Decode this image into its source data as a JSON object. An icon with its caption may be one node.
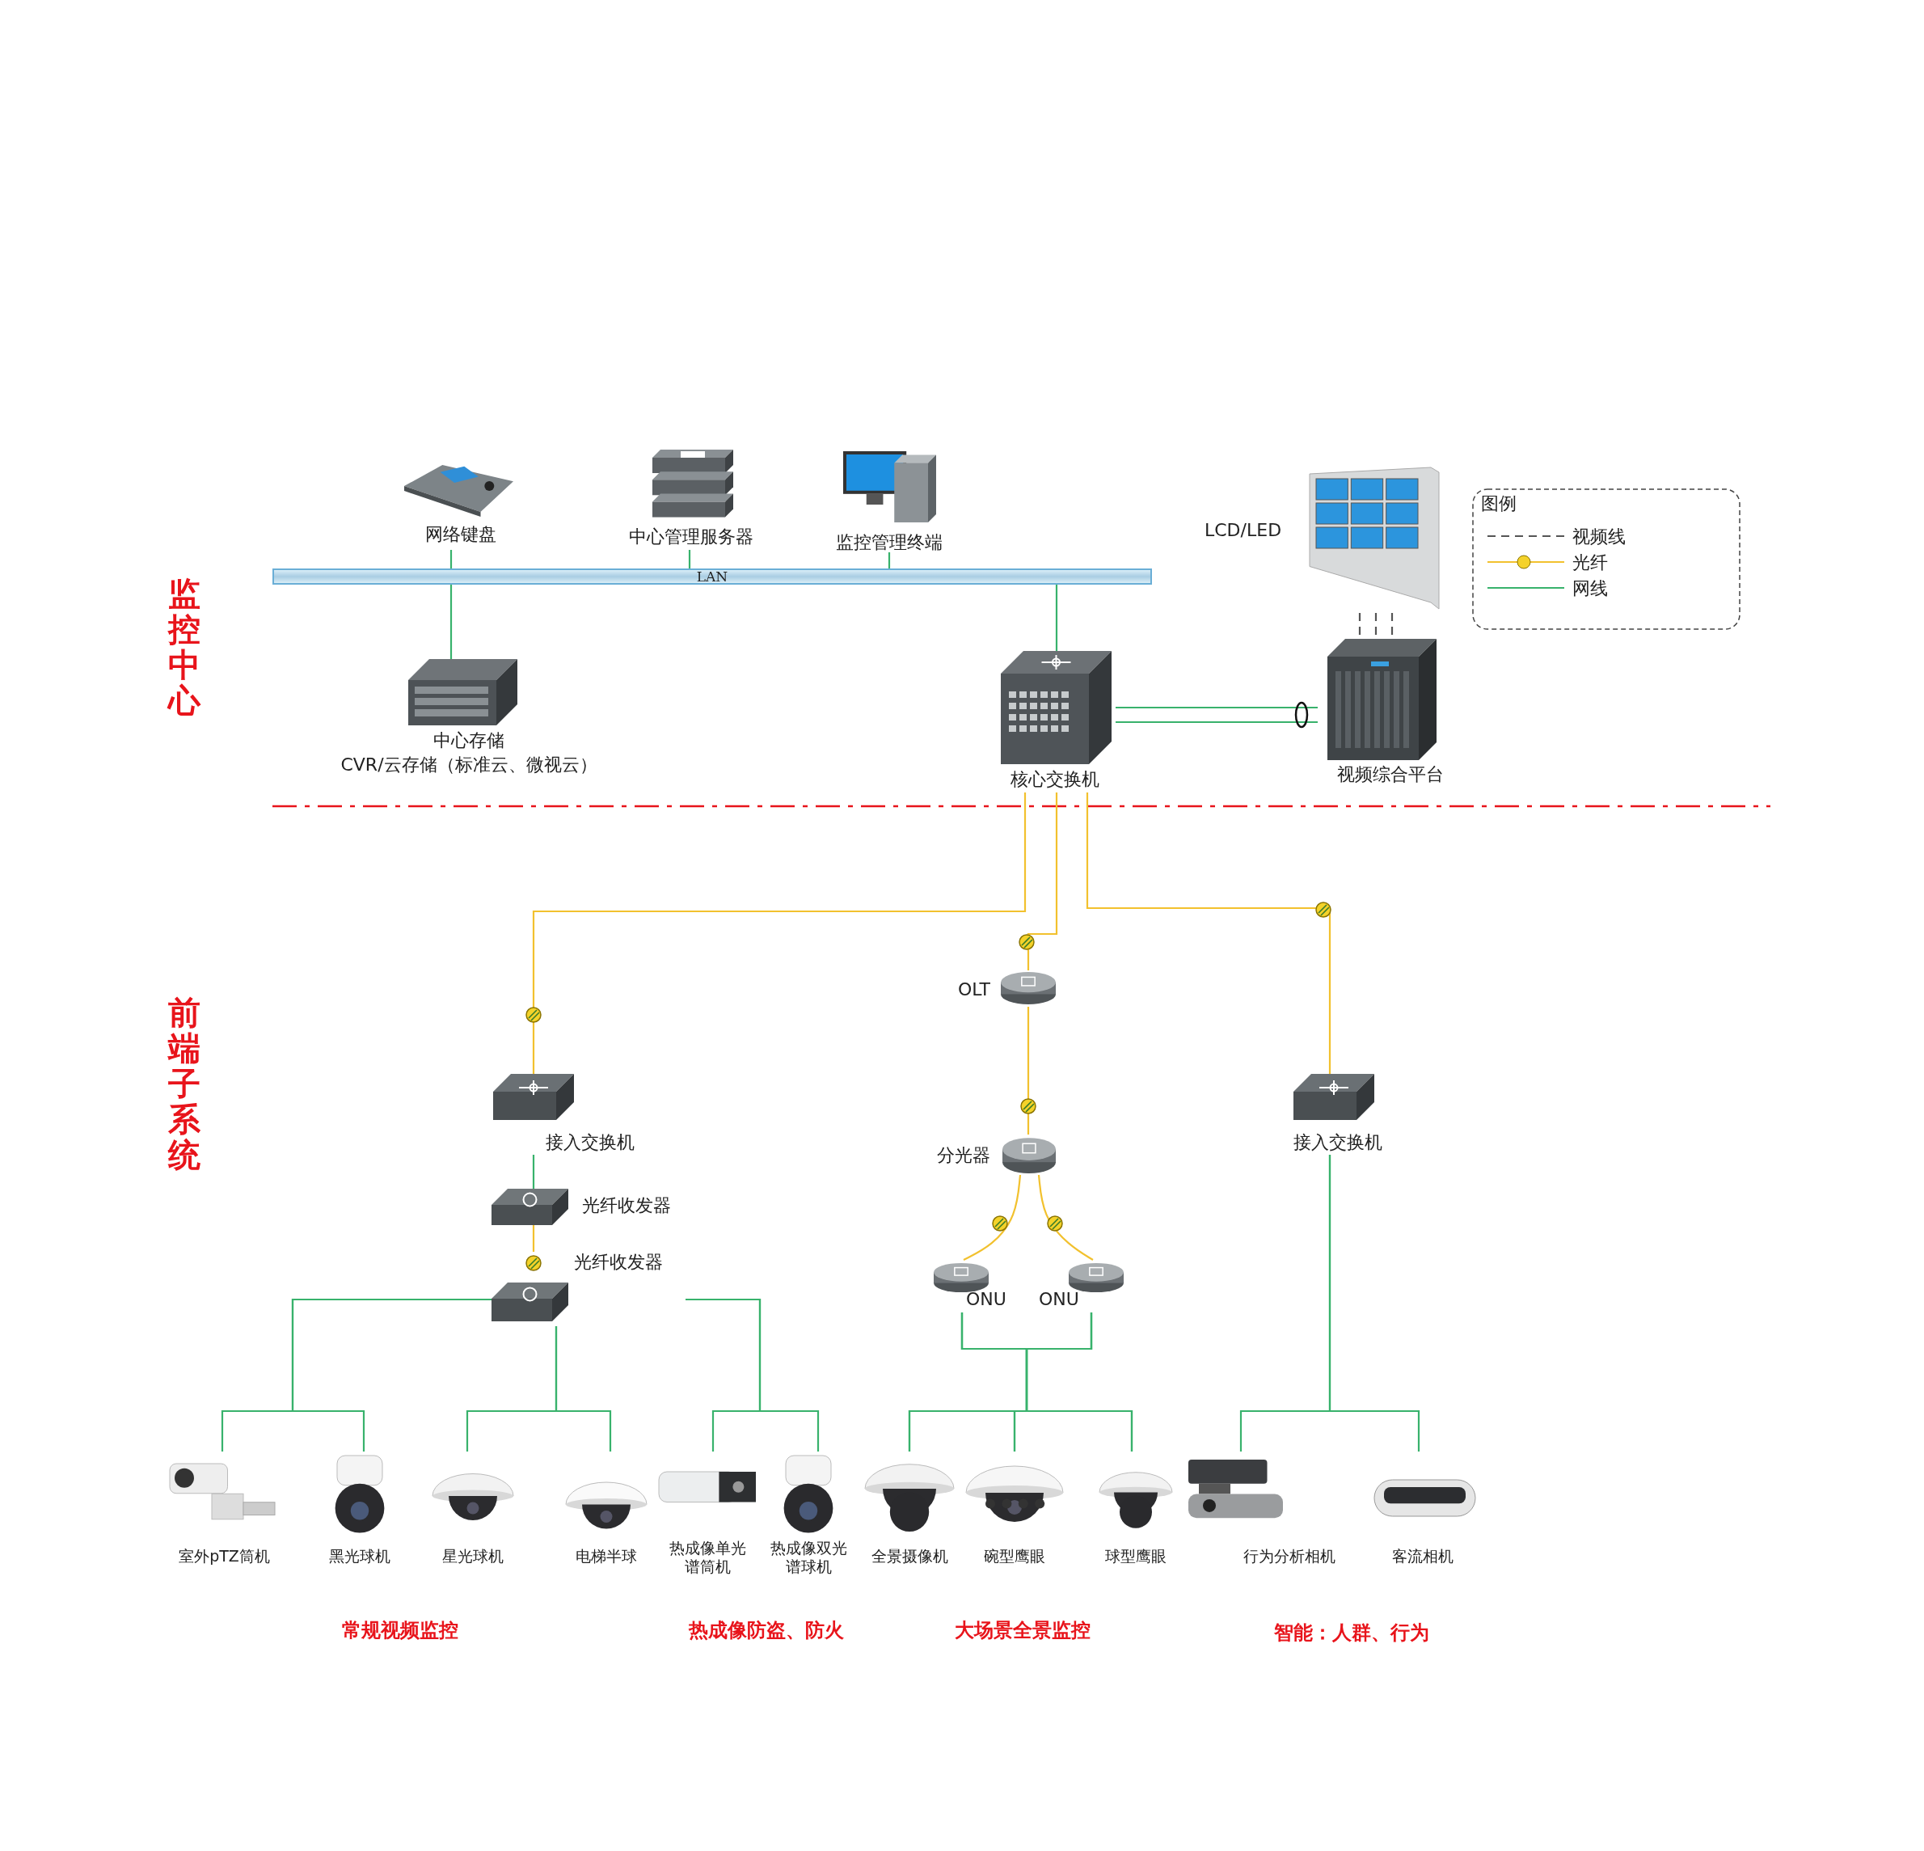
{
  "diagram": {
    "nodes": [
      {
        "text": [
          "网络键盘"
        ]
      },
      {
        "text": [
          "中心管理服务器"
        ]
      },
      {
        "text": [
          "监控管理终端"
        ]
      },
      {
        "text": [
          "LAN"
        ]
      },
      {
        "text": [
          "中心存储",
          "CVR/云存储（标准云、微视云）"
        ]
      },
      {
        "text": [
          "核心交换机"
        ]
      },
      {
        "text": [
          "LCD/LED"
        ]
      },
      {
        "text": [
          "视频综合平台"
        ]
      },
      {
        "text": [
          "接入交换机"
        ]
      },
      {
        "text": [
          "光纤收发器"
        ]
      },
      {
        "text": [
          "光纤收发器"
        ]
      },
      {
        "text": [
          "OLT"
        ]
      },
      {
        "text": [
          "分光器"
        ]
      },
      {
        "text": [
          "ONU"
        ]
      },
      {
        "text": [
          "ONU"
        ]
      },
      {
        "text": [
          "接入交换机"
        ]
      },
      {
        "text": [
          "室外pTZ筒机"
        ]
      },
      {
        "text": [
          "黑光球机"
        ]
      },
      {
        "text": [
          "星光球机"
        ]
      },
      {
        "text": [
          "电梯半球"
        ]
      },
      {
        "text": [
          "热成像单光谱筒机"
        ]
      },
      {
        "text": [
          "热成像双光谱球机"
        ]
      },
      {
        "text": [
          "全景摄像机"
        ]
      },
      {
        "text": [
          "碗型鹰眼"
        ]
      },
      {
        "text": [
          "球型鹰眼"
        ]
      },
      {
        "text": [
          "行为分析相机"
        ]
      },
      {
        "text": [
          "客流相机"
        ]
      }
    ],
    "edges": [
      {
        "from": 0,
        "to": 3,
        "arrow": "none"
      },
      {
        "from": 1,
        "to": 3,
        "arrow": "none"
      },
      {
        "from": 2,
        "to": 3,
        "arrow": "none"
      },
      {
        "from": 3,
        "to": 4,
        "arrow": "none"
      },
      {
        "from": 3,
        "to": 5,
        "arrow": "none"
      },
      {
        "from": 5,
        "to": 7,
        "arrow": "none"
      },
      {
        "from": 5,
        "to": 7,
        "arrow": "none"
      },
      {
        "from": 7,
        "to": 6,
        "arrow": "none",
        "style": "dashed",
        "color": "#555555"
      },
      {
        "from": 7,
        "to": 6,
        "arrow": "none",
        "style": "dashed",
        "color": "#555555"
      },
      {
        "from": 7,
        "to": 6,
        "arrow": "none",
        "style": "dashed",
        "color": "#555555"
      },
      {
        "from": 5,
        "to": 8,
        "arrow": "none",
        "color": "#f2c12e"
      },
      {
        "from": 5,
        "to": 11,
        "arrow": "none",
        "color": "#f2c12e"
      },
      {
        "from": 5,
        "to": 15,
        "arrow": "none",
        "color": "#f2c12e"
      },
      {
        "from": 8,
        "to": 9,
        "arrow": "none"
      },
      {
        "from": 9,
        "to": 10,
        "arrow": "none",
        "color": "#f2c12e"
      },
      {
        "from": 11,
        "to": 12,
        "arrow": "none",
        "color": "#f2c12e"
      },
      {
        "from": 12,
        "to": 13,
        "arrow": "none",
        "color": "#f2c12e"
      },
      {
        "from": 12,
        "to": 14,
        "arrow": "none",
        "color": "#f2c12e"
      },
      {
        "from": 10,
        "to": 16,
        "arrow": "none"
      },
      {
        "from": 10,
        "to": 17,
        "arrow": "none"
      },
      {
        "from": 10,
        "to": 18,
        "arrow": "none"
      },
      {
        "from": 10,
        "to": 19,
        "arrow": "none"
      },
      {
        "from": 10,
        "to": 20,
        "arrow": "none"
      },
      {
        "from": 10,
        "to": 21,
        "arrow": "none"
      },
      {
        "from": 13,
        "to": 22,
        "arrow": "none"
      },
      {
        "from": 13,
        "to": 23,
        "arrow": "none"
      },
      {
        "from": 13,
        "to": 24,
        "arrow": "none"
      },
      {
        "from": 14,
        "to": 22,
        "arrow": "none"
      },
      {
        "from": 14,
        "to": 23,
        "arrow": "none"
      },
      {
        "from": 14,
        "to": 24,
        "arrow": "none"
      },
      {
        "from": 15,
        "to": 25,
        "arrow": "none"
      },
      {
        "from": 15,
        "to": 26,
        "arrow": "none"
      }
    ],
    "labels": [
      "图例",
      "监控中心",
      "前端子系统",
      "常规视频监控",
      "热成像防盗、防火",
      "大场景全景监控",
      "智能：人群、行为"
    ],
    "legend": [
      {
        "text": "视频线"
      },
      {
        "text": "光纤"
      },
      {
        "text": "网线"
      }
    ]
  }
}
